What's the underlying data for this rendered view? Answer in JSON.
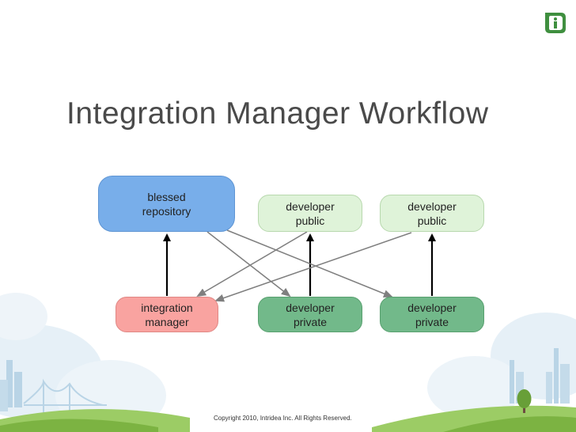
{
  "title": "Integration Manager Workflow",
  "nodes": {
    "blessed_repository": {
      "line1": "blessed",
      "line2": "repository",
      "color": "#78aeea"
    },
    "developer_public_1": {
      "line1": "developer",
      "line2": "public",
      "color": "#dff3d9"
    },
    "developer_public_2": {
      "line1": "developer",
      "line2": "public",
      "color": "#dff3d9"
    },
    "integration_manager": {
      "line1": "integration",
      "line2": "manager",
      "color": "#f9a3a0"
    },
    "developer_private_1": {
      "line1": "developer",
      "line2": "private",
      "color": "#72b98a"
    },
    "developer_private_2": {
      "line1": "developer",
      "line2": "private",
      "color": "#72b98a"
    }
  },
  "footer": {
    "copyright": "Copyright 2010, Intridea Inc.  All Rights Reserved."
  },
  "colors": {
    "title": "#4a4a4a",
    "push_arrow": "#000000",
    "pull_arrow": "#808080",
    "sky": "#cfe3f1",
    "hills": "#8bc34a",
    "logo": "#3f8f3f"
  },
  "icons": {
    "logo": "intridea-logo-icon"
  }
}
